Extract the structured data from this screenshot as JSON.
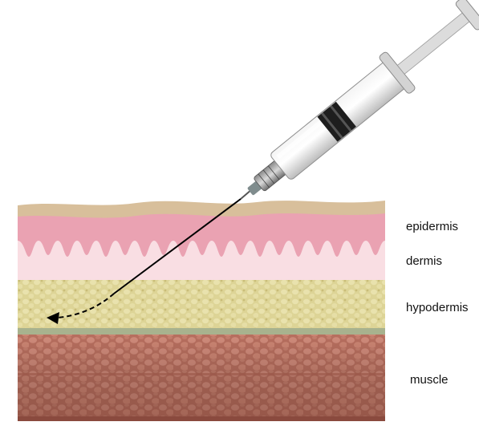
{
  "labels": {
    "epidermis": "epidermis",
    "dermis": "dermis",
    "hypodermis": "hypodermis",
    "muscle": "muscle"
  },
  "colors": {
    "skin_surface": "#d8bf9b",
    "epidermis": "#eaa2b2",
    "dermis": "#f9dee3",
    "hypodermis": "#ddd496",
    "fascia": "#a8b28e",
    "muscle": "#c17766",
    "muscle_cell": "#d49282",
    "needle_path": "#000000"
  },
  "icons": {
    "syringe": "syringe-icon",
    "arrowhead": "arrowhead-icon"
  }
}
